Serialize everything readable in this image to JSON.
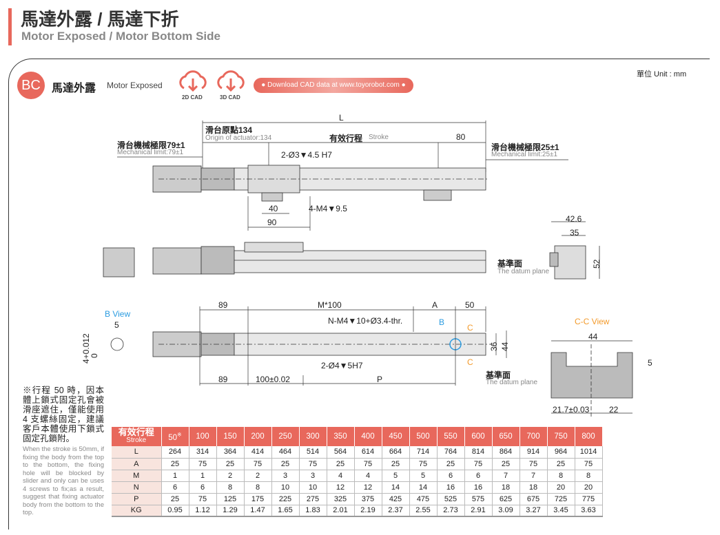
{
  "header": {
    "title": "馬達外露 / 馬達下折",
    "subtitle": "Motor Exposed / Motor Bottom Side"
  },
  "unit": "單位 Unit : mm",
  "section": {
    "badge": "BC",
    "title": "馬達外露",
    "title_en": "Motor Exposed"
  },
  "cad": {
    "d2": "2D CAD",
    "d3": "3D CAD",
    "download": "● Download CAD data at www.toyorobot.com ●"
  },
  "top_view": {
    "L": "L",
    "origin": "滑台原點134",
    "origin_en": "Origin of actuator:134",
    "stroke": "有效行程",
    "stroke_en": "Stroke",
    "d80": "80",
    "mech_left": "滑台機械極限79±1",
    "mech_left_en": "Mechanical limit:79±1",
    "mech_right": "滑台機械極限25±1",
    "mech_right_en": "Mechanical limit:25±1",
    "hole": "2-Ø3▼4.5 H7",
    "d40": "40",
    "d90": "90",
    "m4": "4-M4▼9.5"
  },
  "side_view": {
    "d42_6": "42.6",
    "d35": "35",
    "d52": "52",
    "datum": "基準面",
    "datum_en": "The datum plane"
  },
  "bottom_view": {
    "bview": "B View",
    "d5": "5",
    "tol": "4+0.012",
    "tol0": "0",
    "d89a": "89",
    "m100": "M*100",
    "A": "A",
    "d50": "50",
    "nm4": "N-M4▼10+Ø3.4-thr.",
    "B": "B",
    "C1": "C",
    "C2": "C",
    "d36": "36",
    "d44": "44",
    "hole2": "2-Ø4▼5H7",
    "d89b": "89",
    "d100": "100±0.02",
    "P": "P",
    "datum": "基準面",
    "datum_en": "The datum plane"
  },
  "cc_view": {
    "title": "C-C View",
    "d44": "44",
    "d5": "5",
    "d21": "21.7±0.03",
    "d22": "22"
  },
  "note": {
    "zh": "※行程 50 時，因本體上鎖式固定孔會被滑座遮住，僅能使用 4 支螺絲固定，建議客戶本體使用下鎖式固定孔鎖附。",
    "en": "When the stroke is 50mm, if fixing the body from the top to the bottom, the fixing hole will be blocked by slider and only can be uses 4 screws to fix;as a result, suggest that fixing actuator body from the bottom to the top."
  },
  "table": {
    "header": "有效行程",
    "header_en": "Stroke",
    "mark": "※",
    "strokes": [
      "50",
      "100",
      "150",
      "200",
      "250",
      "300",
      "350",
      "400",
      "450",
      "500",
      "550",
      "600",
      "650",
      "700",
      "750",
      "800"
    ],
    "rows": [
      {
        "label": "L",
        "values": [
          "264",
          "314",
          "364",
          "414",
          "464",
          "514",
          "564",
          "614",
          "664",
          "714",
          "764",
          "814",
          "864",
          "914",
          "964",
          "1014"
        ]
      },
      {
        "label": "A",
        "values": [
          "25",
          "75",
          "25",
          "75",
          "25",
          "75",
          "25",
          "75",
          "25",
          "75",
          "25",
          "75",
          "25",
          "75",
          "25",
          "75"
        ]
      },
      {
        "label": "M",
        "values": [
          "1",
          "1",
          "2",
          "2",
          "3",
          "3",
          "4",
          "4",
          "5",
          "5",
          "6",
          "6",
          "7",
          "7",
          "8",
          "8"
        ]
      },
      {
        "label": "N",
        "values": [
          "6",
          "6",
          "8",
          "8",
          "10",
          "10",
          "12",
          "12",
          "14",
          "14",
          "16",
          "16",
          "18",
          "18",
          "20",
          "20"
        ]
      },
      {
        "label": "P",
        "values": [
          "25",
          "75",
          "125",
          "175",
          "225",
          "275",
          "325",
          "375",
          "425",
          "475",
          "525",
          "575",
          "625",
          "675",
          "725",
          "775"
        ]
      },
      {
        "label": "KG",
        "values": [
          "0.95",
          "1.12",
          "1.29",
          "1.47",
          "1.65",
          "1.83",
          "2.01",
          "2.19",
          "2.37",
          "2.55",
          "2.73",
          "2.91",
          "3.09",
          "3.27",
          "3.45",
          "3.63"
        ]
      }
    ]
  },
  "colors": {
    "accent": "#e8685c",
    "blue": "#2a9be0",
    "orange": "#f39a2b"
  }
}
